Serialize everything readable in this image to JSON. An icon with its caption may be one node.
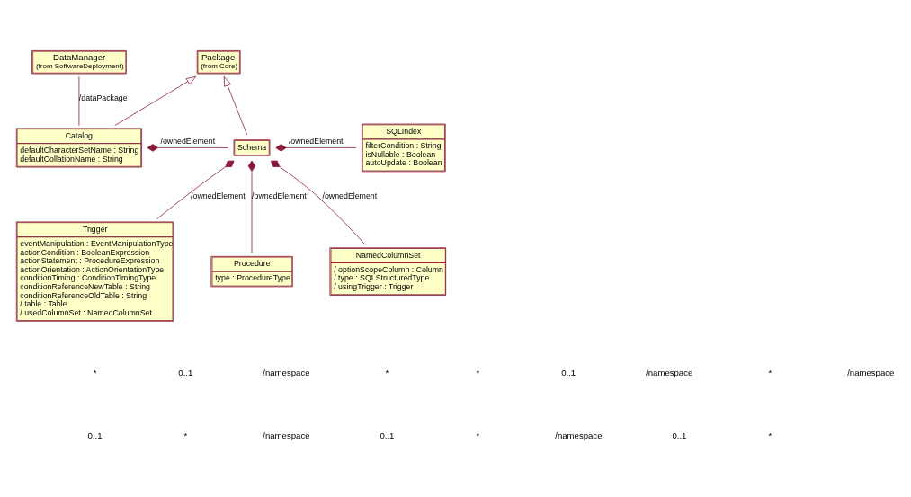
{
  "diagram": {
    "nodes": [
      {
        "text": [
          "Package",
          "(from Core)"
        ]
      },
      {
        "text": [
          "DataManager",
          "(from SoftwareDeployment)"
        ]
      },
      {
        "text": [
          "SQLIndex",
          "filterCondition : String",
          "isNullable : Boolean",
          "autoUpdate : Boolean"
        ]
      },
      {
        "text": [
          "Catalog",
          "defaultCharacterSetName : String",
          "defaultCollationName : String"
        ]
      },
      {
        "text": [
          "Schema"
        ]
      },
      {
        "text": [
          "Trigger",
          "eventManipulation : EventManipulationType",
          "actionCondition : BooleanExpression",
          "actionStatement : ProcedureExpression",
          "actionOrientation : ActionOrientationType",
          "conditionTiming : ConditionTimingType",
          "conditionReferenceNewTable : String",
          "conditionReferenceOldTable : String",
          "/ table : Table",
          "/ usedColumnSet : NamedColumnSet"
        ]
      },
      {
        "text": [
          "Procedure",
          "type : ProcedureType"
        ]
      },
      {
        "text": [
          "NamedColumnSet",
          "/ optionScopeColumn : Column",
          "/ type : SQLStructuredType",
          "/ usingTrigger : Trigger"
        ]
      }
    ],
    "edges": [
      {
        "from": 3,
        "to": 0,
        "arrow": "to"
      },
      {
        "from": 4,
        "to": 0,
        "arrow": "to"
      },
      {
        "from": 1,
        "to": 3,
        "arrow": "none",
        "label": "/dataPackage"
      },
      {
        "from": 3,
        "to": 4,
        "arrow": "other",
        "label": "/ownedElement"
      },
      {
        "from": 4,
        "to": 2,
        "arrow": "other",
        "label": "/ownedElement"
      },
      {
        "from": 4,
        "to": 6,
        "arrow": "other",
        "label": "/ownedElement"
      },
      {
        "from": 4,
        "to": 5,
        "arrow": "other",
        "label": "/ownedElement"
      },
      {
        "from": 4,
        "to": 7,
        "arrow": "other",
        "label": "/ownedElement"
      }
    ],
    "labels": [
      "*",
      "0..1",
      "/namespace",
      "*",
      "*",
      "0..1",
      "/namespace",
      "*",
      "/namespace",
      "0..1",
      "*",
      "/namespace",
      "0..1",
      "*",
      "/namespace",
      "0..1",
      "*"
    ]
  }
}
